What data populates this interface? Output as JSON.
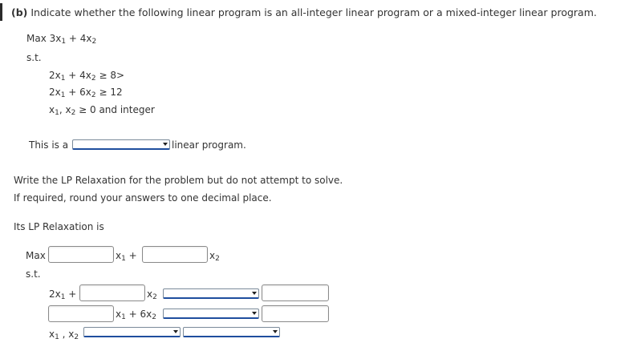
{
  "question": {
    "part": "(b)",
    "prompt": "Indicate whether the following linear program is an all-integer linear program or a mixed-integer linear program."
  },
  "model": {
    "objective": {
      "prefix": "Max 3x",
      "sub1": "1",
      "mid": " + 4x",
      "sub2": "2"
    },
    "st": "s.t.",
    "c1": {
      "a": "2x",
      "s1": "1",
      "b": " + 4x",
      "s2": "2",
      "rel": " ≥ 8>"
    },
    "c2": {
      "a": "2x",
      "s1": "1",
      "b": " + 6x",
      "s2": "2",
      "rel": " ≥ 12"
    },
    "c3": {
      "a": "x",
      "s1": "1",
      "b": ", x",
      "s2": "2",
      "rel": " ≥ 0 and integer"
    }
  },
  "classification": {
    "prefix": "This is a",
    "suffix": "linear program.",
    "selected": ""
  },
  "instructions": {
    "line1": "Write the LP Relaxation for the problem but do not attempt to solve.",
    "line2": "If required, round your answers to one decimal place."
  },
  "relaxation": {
    "heading": "Its LP Relaxation is",
    "max_label": "Max",
    "x1_plus": {
      "v": "x",
      "s": "1",
      "t": " +"
    },
    "x2": {
      "v": "x",
      "s": "2"
    },
    "st": "s.t.",
    "row1_prefix": "2x",
    "row1_sub": "1",
    "row1_plus": " +",
    "row1_x2": {
      "v": "x",
      "s": "2"
    },
    "row2_mid": {
      "v": "x",
      "s": "1",
      "t": " + 6x",
      "s2": "2"
    },
    "row3_label": {
      "a": "x",
      "s1": "1",
      "b": " , x",
      "s2": "2"
    }
  }
}
